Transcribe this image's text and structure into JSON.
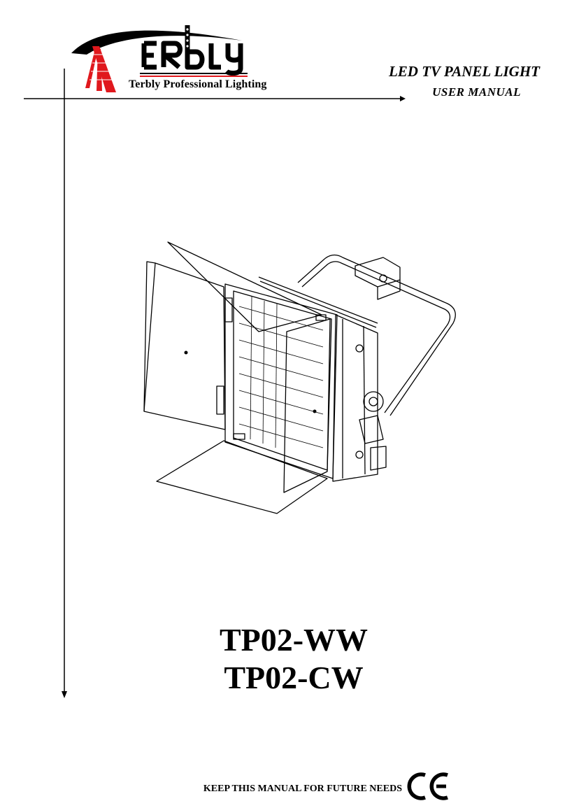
{
  "brand": {
    "logo_text": "TERBLY",
    "tagline": "Terbly Professional Lighting",
    "accent_color": "#e0181d"
  },
  "header": {
    "product_type": "LED TV PANEL LIGHT",
    "document_type": "USER MANUAL"
  },
  "models": [
    "TP02-WW",
    "TP02-CW"
  ],
  "footer": {
    "note": "KEEP THIS MANUAL FOR FUTURE NEEDS",
    "certification_mark": "CE"
  },
  "illustration": {
    "subject": "led-panel-light-with-barn-doors-icon"
  }
}
